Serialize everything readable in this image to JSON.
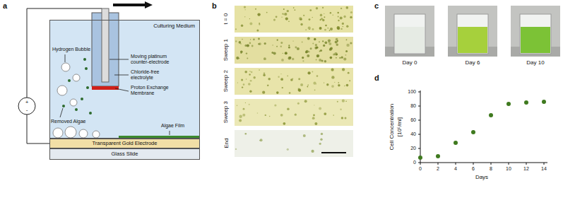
{
  "diagram": {
    "nodes": [
      {
        "text": [
          "Culturing Medium"
        ]
      },
      {
        "text": [
          "Transparent Gold Electrode"
        ]
      },
      {
        "text": [
          "Glass Slide"
        ]
      }
    ],
    "labels": [
      "a",
      "+",
      "-",
      "Hydrogen Bubble",
      "Moving platinum counter-electrode",
      "Chloride-free electrolyte",
      "Proton Exchange Membrane",
      "Removed Algae",
      "Algae Film",
      "b",
      "t = 0",
      "Sweep 1",
      "Sweep 2",
      "Sweep 3",
      "End",
      "c",
      "Day 0",
      "Day 6",
      "Day 10",
      "d",
      "Cell Concentration",
      "[10⁵/ml]",
      "0",
      "20",
      "40",
      "60",
      "80",
      "100",
      "0",
      "2",
      "4",
      "6",
      "8",
      "10",
      "12",
      "14",
      "Days"
    ]
  }
}
